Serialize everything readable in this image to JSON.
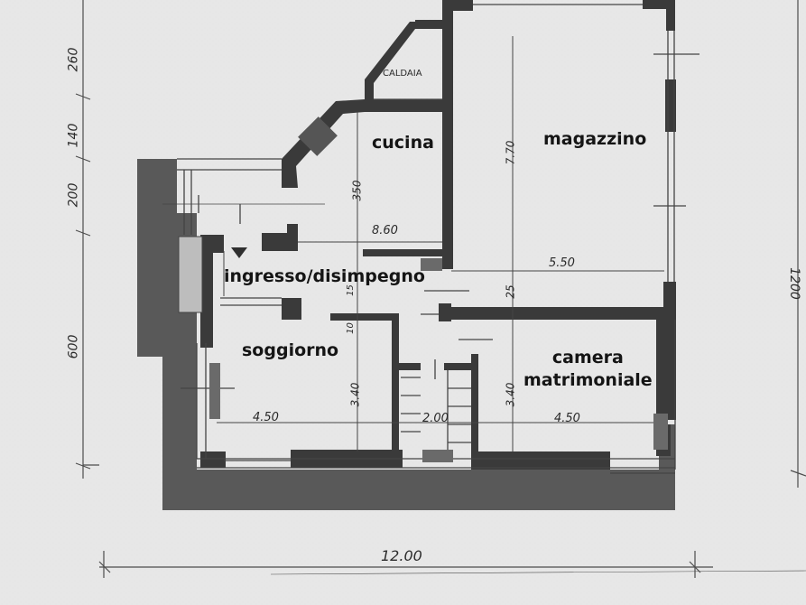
{
  "rooms": {
    "cucina": "cucina",
    "magazzino": "magazzino",
    "ingresso": "ingresso/disimpegno",
    "soggiorno": "soggiorno",
    "camera_line1": "camera",
    "camera_line2": "matrimoniale",
    "caldaia": "CALDAIA"
  },
  "dimensions": {
    "left_260": "260",
    "left_140": "140",
    "left_200": "200",
    "left_600": "600",
    "right_1200": "1200",
    "bottom_1200": "12.00",
    "cucina_height": "350",
    "cucina_width": "8.60",
    "magazzino_height": "7.70",
    "magazzino_width": "5.50",
    "corridor_25": "25",
    "soggiorno_height": "3.40",
    "soggiorno_width": "4.50",
    "corridor_width": "2.00",
    "camera_height": "3.40",
    "camera_width": "4.50",
    "small_10": "10",
    "small_15": "15"
  },
  "colors": {
    "paper": "#e9e9e9",
    "wall": "#3f3f3f",
    "shadow": "#5c5c5c",
    "line": "#4a4a4a"
  }
}
